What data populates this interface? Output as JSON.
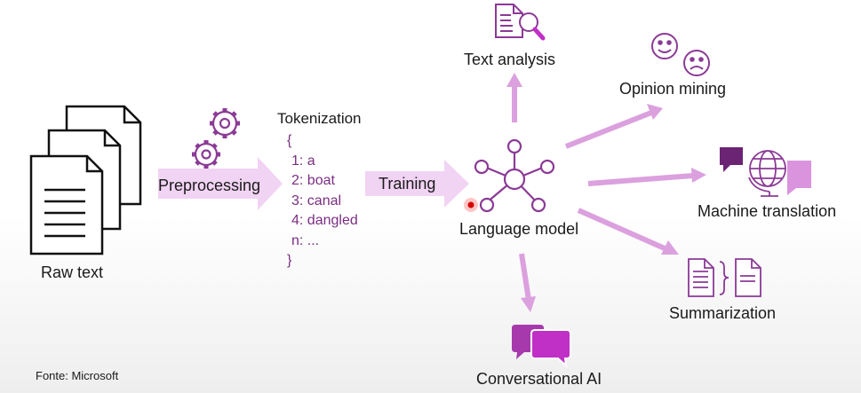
{
  "colors": {
    "purple": "#8b3a96",
    "accent": "#c02fc6",
    "arrow_light": "#f1d3f3",
    "arrow_medium": "#dba0de",
    "dark_bubble": "#6b2474",
    "light_bubble": "#da93dd"
  },
  "nodes": {
    "raw_text": "Raw text",
    "preprocessing": "Preprocessing",
    "training": "Training",
    "language_model": "Language model",
    "text_analysis": "Text analysis",
    "opinion_mining": "Opinion mining",
    "machine_translation": "Machine translation",
    "summarization": "Summarization",
    "conversational_ai": "Conversational AI"
  },
  "tokenization": {
    "title": "Tokenization",
    "open": "{",
    "items": [
      "1: a",
      "2: boat",
      "3: canal",
      "4: dangled",
      "n: ..."
    ],
    "close": "}"
  },
  "source": "Fonte: Microsoft",
  "icons": {
    "raw_text": "document-stack-icon",
    "preprocessing": "gears-icon",
    "language_model": "network-hub-icon",
    "text_analysis": "magnifier-document-icon",
    "opinion_mining": "happy-sad-faces-icon",
    "machine_translation": "globe-speech-bubbles-icon",
    "summarization": "documents-summary-icon",
    "conversational_ai": "chat-bubbles-icon"
  }
}
